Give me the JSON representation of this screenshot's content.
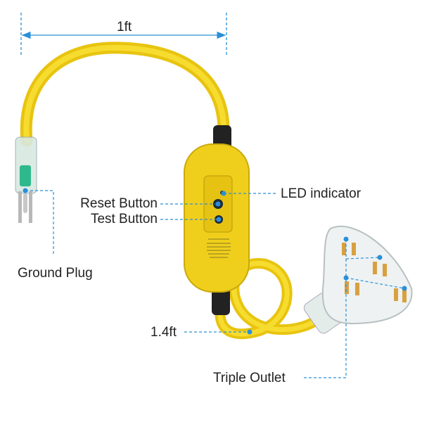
{
  "labels": {
    "length_top": "1ft",
    "reset_button": "Reset Button",
    "test_button": "Test Button",
    "led_indicator": "LED indicator",
    "ground_plug": "Ground Plug",
    "length_bottom": "1.4ft",
    "triple_outlet": "Triple Outlet"
  },
  "colors": {
    "accent": "#2a8fd8",
    "cord": "#f2d21a",
    "body": "#f0cf1c",
    "strain_relief": "#222222"
  }
}
